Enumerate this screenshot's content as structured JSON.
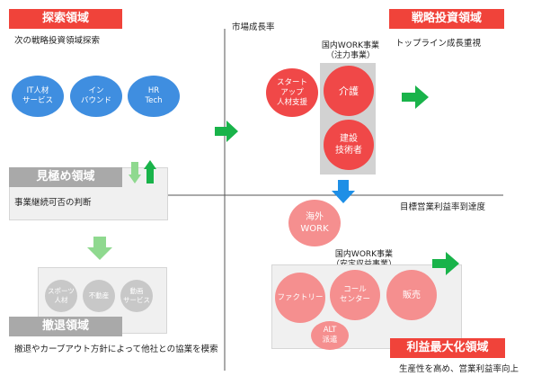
{
  "axes": {
    "y_label": "市場成長率",
    "x_label": "目標営業利益率到達度"
  },
  "quadrants": {
    "explore": {
      "title": "探索領域",
      "desc": "次の戦略投資領域探索"
    },
    "strategic": {
      "title": "戦略投資領域",
      "desc": "トップライン成長重視"
    },
    "evaluate": {
      "title": "見極め領域",
      "desc": "事業継続可否の判断"
    },
    "withdraw": {
      "title": "撤退領域",
      "desc": "撤退やカーブアウト方針によって他社との協業を模索"
    },
    "profit": {
      "title": "利益最大化領域",
      "desc": "生産性を高め、営業利益率向上"
    }
  },
  "explore_items": [
    "IT人材\nサービス",
    "イン\nバウンド",
    "HR\nTech"
  ],
  "focus_group": {
    "title": "国内WORK事業\n（注力事業）",
    "items": [
      "介護",
      "建設\n技術者"
    ]
  },
  "startup_item": "スタート\nアップ\n人材支援",
  "overseas_item": "海外\nWORK",
  "stable_group": {
    "title": "国内WORK事業\n（安定収益事業）",
    "items": [
      "ファクトリー",
      "コール\nセンター",
      "販売",
      "ALT\n派遣"
    ]
  },
  "withdraw_items": [
    "スポーツ\n人材",
    "不動産",
    "動画\nサービス"
  ],
  "colors": {
    "red_label": "#f0433a",
    "gray_label": "#a9a9a9",
    "blue_circle": "#3f8ee0",
    "red_circle": "#f04848",
    "pink_circle": "#f58f8f",
    "gray_circle": "#c8c8c8",
    "green_arrow": "#19b34a",
    "light_green_arrow": "#8fd98f",
    "blue_arrow": "#1e8fe6"
  }
}
